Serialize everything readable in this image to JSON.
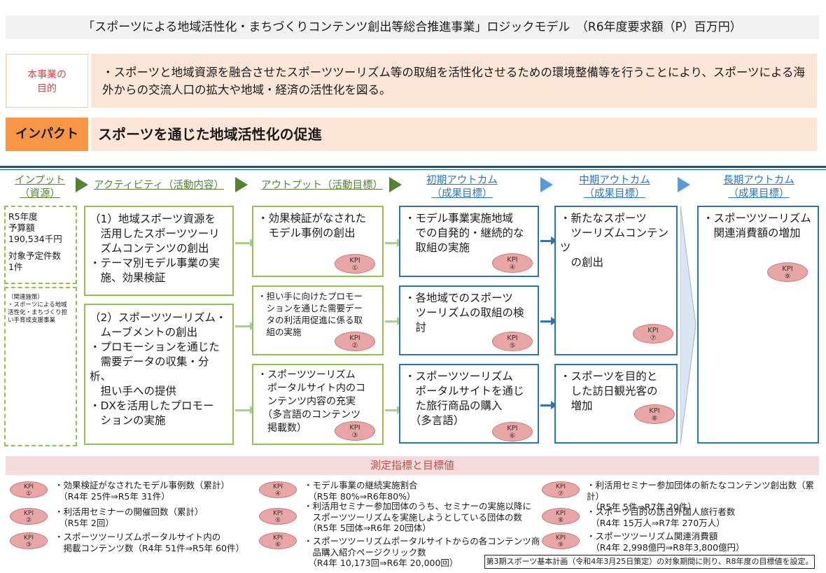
{
  "title": "「スポーツによる地域活性化・まちづくりコンテンツ創出等総合推進事業」ロジックモデル　（R6年度要求額（P）百万円）",
  "purpose": {
    "label": "本事業の目的",
    "text": "・スポーツと地域資源を融合させたスポーツツーリズム等の取組を活性化させるための環境整備等を行うことにより、スポーツによる海外からの交流人口の拡大や地域・経済の活性化を図る。"
  },
  "impact": {
    "label": "インパクト",
    "text": "スポーツを通じた地域活性化の促進"
  },
  "headers": {
    "input": [
      "インプット",
      "（資源）"
    ],
    "activity": "アクティビティ（活動内容）",
    "output": "アウトプット（活動目標）",
    "initial": [
      "初期アウトカム",
      "（成果目標）"
    ],
    "mid": [
      "中期アウトカム",
      "（成果目標）"
    ],
    "long": [
      "長期アウトカム",
      "（成果目標）"
    ]
  },
  "input": {
    "budget": [
      "R5年度",
      "予算額",
      "190,534千円",
      "",
      "対象予定件数",
      "1件"
    ],
    "related": [
      "（関連施策）",
      "・スポーツによる地域",
      "活性化・まちづくり担",
      "い手育成支援事業"
    ]
  },
  "activities": [
    [
      "（1）地域スポーツ資源を",
      "　活用したスポーツツーリ",
      "　ズムコンテンツの創出",
      "・テーマ別モデル事業の実",
      "　施、効果検証"
    ],
    [
      "（2）スポーツツーリズム・",
      "　ムーブメントの創出",
      "・プロモーションを通じた",
      "　需要データの収集・分析、",
      "　担い手への提供",
      "・DXを活用したプロモー",
      "　ションの実施"
    ]
  ],
  "outputs": [
    {
      "lines": [
        "・効果検証がなされた",
        "　モデル事例の創出"
      ],
      "kpi": "①"
    },
    {
      "lines": [
        "・担い手に向けたプロモー",
        "　ションを通じた需要デー",
        "　タの利活用促進に係る取",
        "　組の実施"
      ],
      "kpi": "②"
    },
    {
      "lines": [
        "・スポーツツーリズム",
        "　ポータルサイト内のコ",
        "　ンテンツ内容の充実",
        "　（多言語のコンテンツ",
        "　掲載数）"
      ],
      "kpi": "③"
    }
  ],
  "initial": [
    {
      "lines": [
        "・モデル事業実施地域",
        "　での自発的・継続的な",
        "　取組の実施"
      ],
      "kpi": "④"
    },
    {
      "lines": [
        "・各地域でのスポーツ",
        "　ツーリズムの取組の検",
        "　討"
      ],
      "kpi": "⑤"
    },
    {
      "lines": [
        "・スポーツツーリズム",
        "　ポータルサイトを通じ",
        "　た旅行商品の購入",
        "　（多言語）"
      ],
      "kpi": "⑥"
    }
  ],
  "mid": [
    {
      "lines": [
        "・新たなスポーツ",
        "　ツーリズムコンテンツ",
        "　の創出"
      ],
      "kpi": "⑦"
    },
    {
      "lines": [
        "・スポーツを目的と",
        "　した訪日観光客の",
        "　増加"
      ],
      "kpi": "⑧"
    }
  ],
  "long": {
    "lines": [
      "・スポーツツーリズム",
      "　関連消費額の増加"
    ],
    "kpi": "⑨"
  },
  "kpi_word": "KPI",
  "measure_title": "測定指標と目標値",
  "measures": [
    {
      "num": "①",
      "lines": [
        "・効果検証がなされたモデル事例数（累計）",
        "　（R4年 25件⇒R5年 31件）"
      ]
    },
    {
      "num": "②",
      "lines": [
        "・利活用セミナーの開催回数（累計）",
        "　（R5年 2回）"
      ]
    },
    {
      "num": "③",
      "lines": [
        "・スポーツツーリズムポータルサイト内の",
        "　掲載コンテンツ数（R4年 51件⇒R5年 60件）"
      ]
    },
    {
      "num": "④",
      "lines": [
        "・モデル事業の継続実施割合",
        "　（R5年 80%⇒R6年80%）"
      ]
    },
    {
      "num": "⑤",
      "lines": [
        "・利活用セミナー参加団体のうち、セミナーの実施以降に",
        "　スポーツツーリズムを実施しようとしている団体の数",
        "　（R5年 5団体⇒R6年 20団体）"
      ]
    },
    {
      "num": "⑥",
      "lines": [
        "・スポーツツーリズムポータルサイトからの各コンテンツ商",
        "　品購入紹介ページクリック数",
        "　（R4年 10,173回⇒R6年 20,000回）"
      ]
    },
    {
      "num": "⑦",
      "lines": [
        "・利活用セミナー参加団体の新たなコンテンツ創出数（累計）",
        "　（R5年 5件⇒R7年 20件）"
      ]
    },
    {
      "num": "⑧",
      "lines": [
        "・スポーツ目的の訪日外国人旅行者数",
        "　（R4年 15万人⇒R7年 270万人）"
      ]
    },
    {
      "num": "⑨",
      "lines": [
        "・スポーツツーリズム関連消費額",
        "　（R4年 2,998億円⇒R8年3,800億円）"
      ]
    }
  ],
  "note": "第3期スポーツ基本計画（令和4年3月25日策定）の対象期間に則り、R8年度の目標値を設定。",
  "colors": {
    "green": "#92c050",
    "blue": "#2e75b6",
    "orange": "#f79646",
    "peach": "#fbe5d6",
    "kpi": "#e8a6a6"
  }
}
